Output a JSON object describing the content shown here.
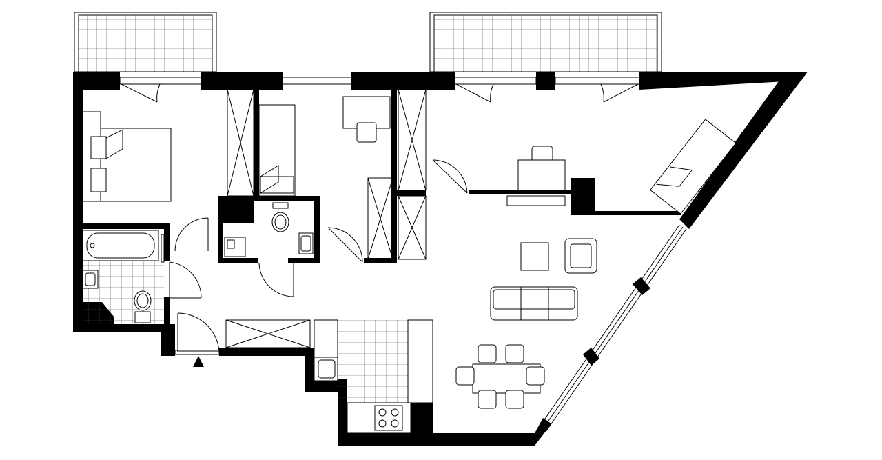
{
  "plan": {
    "colors": {
      "wall": "#000000",
      "line": "#000000",
      "background": "#ffffff"
    },
    "entrance_marker": "triangle-up-icon",
    "rooms": [
      "bedroom",
      "bathroom",
      "wc",
      "office",
      "living-room",
      "kitchen",
      "hall"
    ]
  }
}
